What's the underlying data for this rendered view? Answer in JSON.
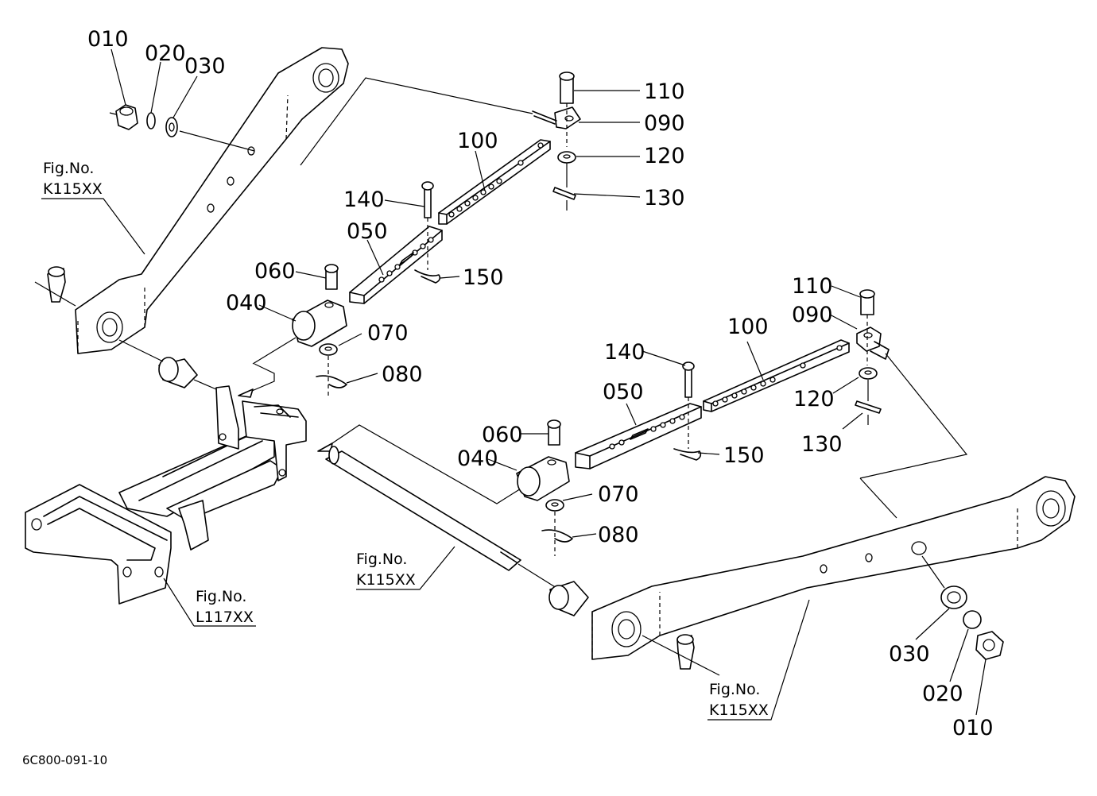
{
  "drawing_code": "6C800-091-10",
  "references": {
    "fig_no_label": "Fig.No.",
    "upper_left_arm": "K115XX",
    "cross_shaft": "K115XX",
    "lower_right_arm": "K115XX",
    "drawbar_frame": "L117XX"
  },
  "callouts_left_assembly": {
    "nut": "010",
    "lock_washer": "020",
    "washer": "030",
    "swivel": "040",
    "outer_tube": "050",
    "clevis_pin": "060",
    "pin_washer": "070",
    "snap_pin": "080",
    "rod_end": "090",
    "inner_rod": "100",
    "top_pin": "110",
    "top_washer": "120",
    "cotter": "130",
    "adjust_pin": "140",
    "lynch_pin": "150"
  },
  "callouts_right_assembly": {
    "nut": "010",
    "lock_washer": "020",
    "washer": "030",
    "swivel": "040",
    "outer_tube": "050",
    "clevis_pin": "060",
    "pin_washer": "070",
    "snap_pin": "080",
    "rod_end": "090",
    "inner_rod": "100",
    "top_pin": "110",
    "top_washer": "120",
    "cotter": "130",
    "adjust_pin": "140",
    "lynch_pin": "150"
  }
}
